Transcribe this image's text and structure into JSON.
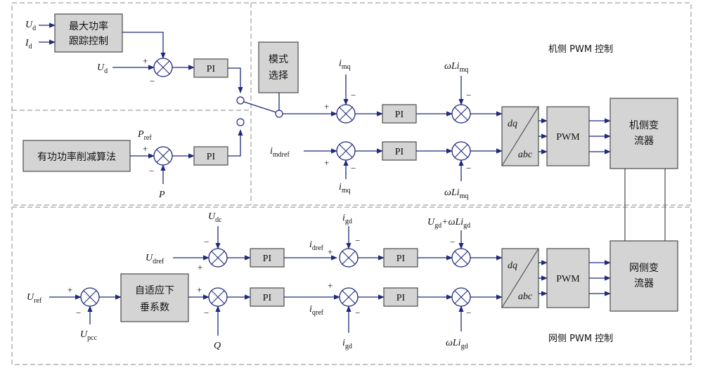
{
  "blocks": {
    "mppt_line1": "最大功率",
    "mppt_line2": "跟踪控制",
    "power_reduction": "有功功率削减算法",
    "mode_line1": "模式",
    "mode_line2": "选择",
    "pi": "PI",
    "dq": "dq",
    "abc": "abc",
    "pwm": "PWM",
    "machine_conv_line1": "机侧变",
    "machine_conv_line2": "流器",
    "grid_conv_line1": "网侧变",
    "grid_conv_line2": "流器",
    "droop_line1": "自适应下",
    "droop_line2": "垂系数"
  },
  "captions": {
    "machine_side": "机侧 PWM 控制",
    "grid_side": "网侧 PWM 控制"
  },
  "signals": {
    "omega_L": "ωL",
    "Ud": {
      "base": "U",
      "sub": "d"
    },
    "Id": {
      "base": "I",
      "sub": "d"
    },
    "Pref": {
      "base": "P",
      "sub": "ref"
    },
    "P": "P",
    "imq": {
      "base": "i",
      "sub": "mq"
    },
    "imdref": {
      "base": "i",
      "sub": "mdref"
    },
    "imq_sub": "mq",
    "Udc": {
      "base": "U",
      "sub": "dc"
    },
    "Udref": {
      "base": "U",
      "sub": "dref"
    },
    "Uref": {
      "base": "U",
      "sub": "ref"
    },
    "Upcc": {
      "base": "U",
      "sub": "pcc"
    },
    "Q": "Q",
    "idref": {
      "base": "i",
      "sub": "dref"
    },
    "iqref": {
      "base": "i",
      "sub": "qref"
    },
    "igd": {
      "base": "i",
      "sub": "gd"
    },
    "Ugd": {
      "base": "U",
      "sub": "gd"
    },
    "Ugd_plus": "+",
    "igd_sub": "gd"
  },
  "signs": {
    "plus": "+",
    "minus": "−"
  }
}
